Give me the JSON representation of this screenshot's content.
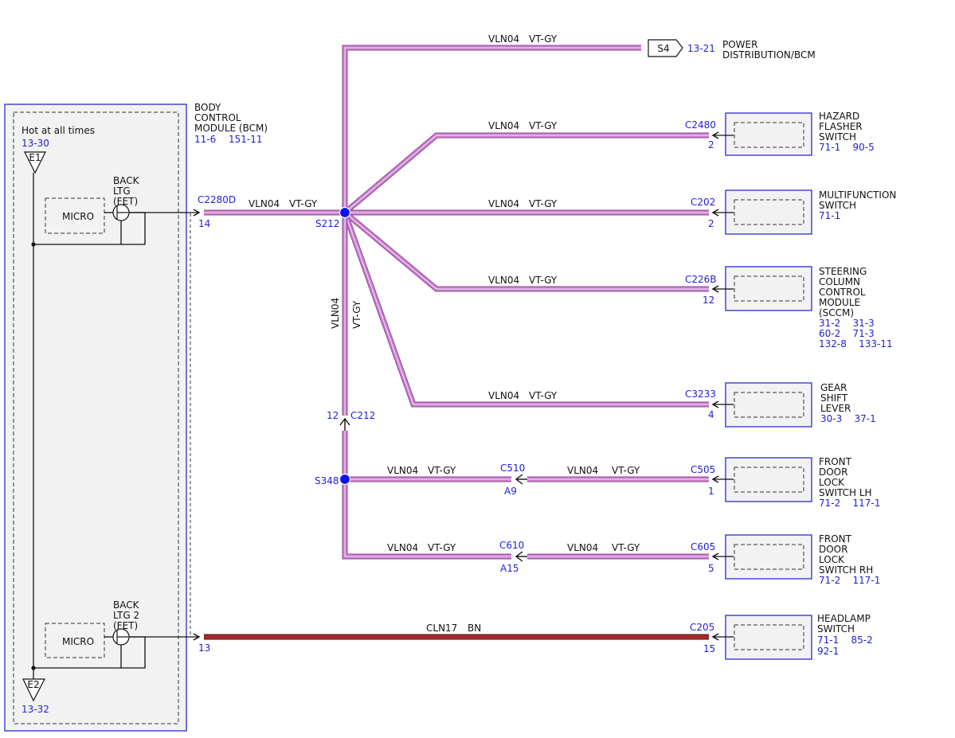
{
  "colors": {
    "wire_vt_gy": "#cc7fd0",
    "wire_bn": "#a52a2a",
    "ref_blue": "#1f1fd6",
    "splice_blue": "#1010ee",
    "module_border": "#2b2bd0",
    "module_fill": "#f2f2f2"
  },
  "bcm": {
    "title_lines": [
      "BODY",
      "CONTROL",
      "MODULE (BCM)"
    ],
    "refs": [
      "11-6",
      "151-11"
    ],
    "hot_label": "Hot at all times",
    "hot_ref": "13-30",
    "e1": "E1",
    "e2": "E2",
    "e2_ref": "13-32",
    "micro1": "MICRO",
    "micro2": "MICRO",
    "fet1_lines": [
      "BACK",
      "LTG",
      "(FET)"
    ],
    "fet2_lines": [
      "BACK",
      "LTG 2",
      "(FET)"
    ],
    "conn1": "C2280D",
    "pin1": "14",
    "pin2": "13"
  },
  "wires": {
    "vln04": "VLN04",
    "vtgy": "VT-GY",
    "cln17": "CLN17",
    "bn": "BN"
  },
  "splices": {
    "s212": "S212",
    "s348": "S348",
    "c212": "C212",
    "c212_pin": "12"
  },
  "power": {
    "tag": "S4",
    "ref": "13-21",
    "label_lines": [
      "POWER",
      "DISTRIBUTION/BCM"
    ]
  },
  "components": [
    {
      "conn": "C2480",
      "pin": "2",
      "name_lines": [
        "HAZARD",
        "FLASHER",
        "SWITCH"
      ],
      "ref_lines": [
        "71-1    90-5"
      ]
    },
    {
      "conn": "C202",
      "pin": "2",
      "name_lines": [
        "MULTIFUNCTION",
        "SWITCH"
      ],
      "ref_lines": [
        "71-1"
      ]
    },
    {
      "conn": "C226B",
      "pin": "12",
      "name_lines": [
        "STEERING",
        "COLUMN",
        "CONTROL",
        "MODULE",
        "(SCCM)"
      ],
      "ref_lines": [
        "31-2    31-3",
        "60-2    71-3",
        "132-8    133-11"
      ]
    },
    {
      "conn": "C3233",
      "pin": "4",
      "name_lines": [
        "GEAR",
        "SHIFT",
        "LEVER"
      ],
      "ref_lines": [
        "30-3    37-1"
      ]
    },
    {
      "conn": "C505",
      "pin": "1",
      "name_lines": [
        "FRONT",
        "DOOR",
        "LOCK",
        "SWITCH LH"
      ],
      "ref_lines": [
        "71-2    117-1"
      ]
    },
    {
      "conn": "C605",
      "pin": "5",
      "name_lines": [
        "FRONT",
        "DOOR",
        "LOCK",
        "SWITCH RH"
      ],
      "ref_lines": [
        "71-2    117-1"
      ]
    },
    {
      "conn": "C205",
      "pin": "15",
      "name_lines": [
        "HEADLAMP",
        "SWITCH"
      ],
      "ref_lines": [
        "71-1    85-2",
        "92-1"
      ]
    }
  ],
  "inline": [
    {
      "conn": "C510",
      "pin": "A9"
    },
    {
      "conn": "C610",
      "pin": "A15"
    }
  ]
}
